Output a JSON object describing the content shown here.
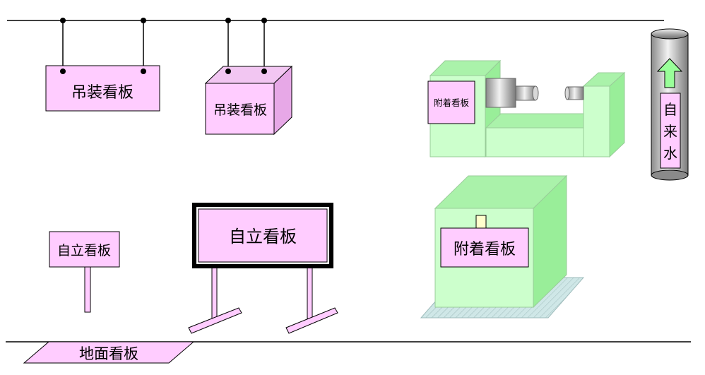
{
  "labels": {
    "hanging_flat": "吊装看板",
    "hanging_box": "吊装看板",
    "attached_machine": "附着看板",
    "tap_water": [
      "自",
      "来",
      "水"
    ],
    "standing_small": "自立看板",
    "standing_large": "自立看板",
    "attached_box": "附着看板",
    "floor": "地面看板"
  },
  "colors": {
    "board_pink": "#ffccff",
    "board_pink_side": "#e7a8e7",
    "board_pink_top": "#f2c6f2",
    "machine_green": "#ccffcc",
    "machine_green_dark": "#99ee99",
    "machine_green_side": "#aaf2aa",
    "pallet_blue": "#cfe7e7",
    "line": "#000000",
    "arrow_green": "#99ff99",
    "pipe_gray": "#c8c8c8",
    "tag_yellow": "#ffffcc"
  }
}
